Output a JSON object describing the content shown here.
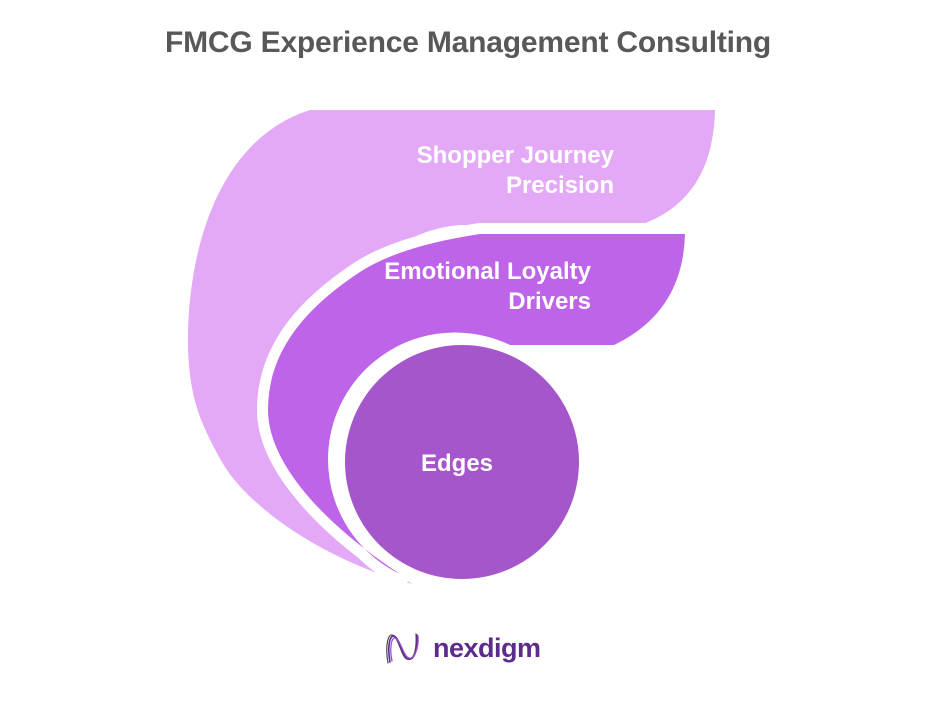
{
  "title": {
    "text": "FMCG Experience Management Consulting",
    "color": "#58585a"
  },
  "diagram": {
    "type": "nested-spiral-layers",
    "gap_color": "#ffffff",
    "layers": [
      {
        "name": "Shopper Journey Precision",
        "lines": [
          "Shopper Journey",
          "Precision"
        ],
        "color": "#e3a9f6",
        "text_color": "#ffffff"
      },
      {
        "name": "Emotional Loyalty Drivers",
        "lines": [
          "Emotional Loyalty",
          "Drivers"
        ],
        "color": "#bd64e8",
        "text_color": "#ffffff"
      },
      {
        "name": "Edges",
        "lines": [
          "Edges"
        ],
        "color": "#a556cb",
        "text_color": "#ffffff"
      }
    ]
  },
  "logo": {
    "text": "nexdigm",
    "text_color": "#5d2a8e",
    "icon": "n-wave-scribble-icon"
  }
}
